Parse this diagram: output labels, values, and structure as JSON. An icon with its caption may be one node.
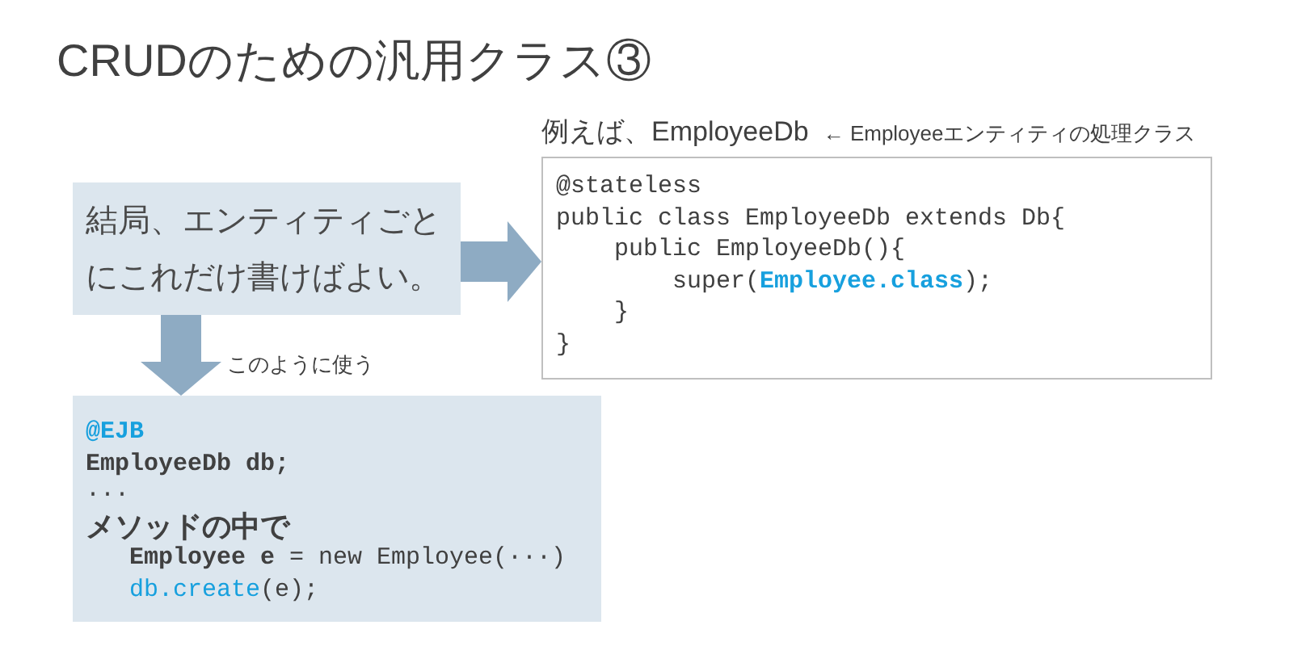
{
  "diagram": {
    "title": "CRUDのための汎用クラス③",
    "nodes": [
      {
        "text": [
          "結局、エンティティごとにこれだけ書けばよい。"
        ]
      },
      {
        "text": [
          "例えば、EmployeeDb",
          "← Employeeエンティティの処理クラス",
          "@stateless",
          "public class EmployeeDb extends Db{",
          "public EmployeeDb(){",
          "super(**Employee.class**);",
          "}",
          "}"
        ]
      },
      {
        "text": [
          "@EJB",
          "EmployeeDb db;",
          "···",
          "メソッドの中で",
          "**Employee e** = new Employee(···)",
          "db.create(e);"
        ]
      }
    ],
    "edges": [
      {
        "from": 0,
        "to": 1,
        "arrow": "to"
      },
      {
        "from": 0,
        "to": 2,
        "arrow": "to",
        "label": "このように使う"
      }
    ]
  }
}
